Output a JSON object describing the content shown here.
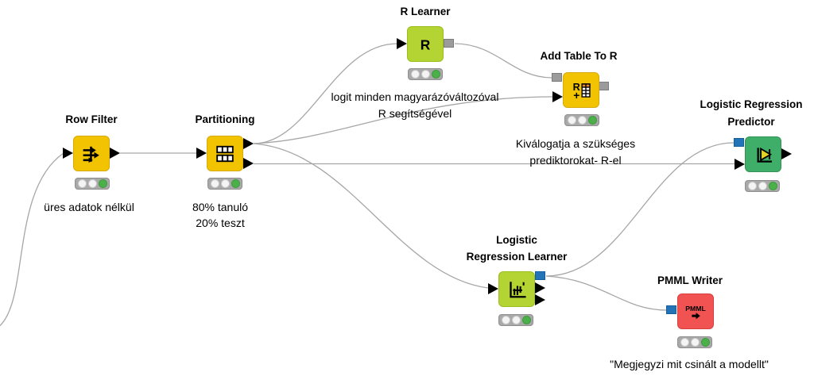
{
  "workflow": {
    "nodes": [
      {
        "id": "row-filter",
        "title": "Row Filter",
        "caption": "üres adatok nélkül",
        "icon": "row-filter-icon",
        "color": "#F2C300",
        "status": "executed"
      },
      {
        "id": "partitioning",
        "title": "Partitioning",
        "caption": "80% tanuló",
        "caption2": "20% teszt",
        "icon": "partitioning-icon",
        "color": "#F2C300",
        "status": "executed"
      },
      {
        "id": "r-learner",
        "title": "R Learner",
        "icon_text": "R",
        "caption": "logit minden magyarázóváltozóval",
        "caption2": "R segítségével",
        "icon": "r-learner-icon",
        "color": "#B4D433",
        "status": "executed"
      },
      {
        "id": "add-table-to-r",
        "title": "Add Table To R",
        "icon_text": "R",
        "icon_text2": "+",
        "caption": "Kiválogatja a szükséges",
        "caption2": "prediktorokat- R-el",
        "icon": "add-table-to-r-icon",
        "color": "#F2C300",
        "status": "executed"
      },
      {
        "id": "logistic-regression-predictor",
        "title": "Logistic Regression",
        "title2": "Predictor",
        "icon": "predictor-chart-icon",
        "color": "#3FAE68",
        "status": "executed"
      },
      {
        "id": "logistic-regression-learner",
        "title": "Logistic",
        "title2": "Regression Learner",
        "icon": "learner-chart-icon",
        "color": "#B4D433",
        "status": "executed"
      },
      {
        "id": "pmml-writer",
        "title": "PMML Writer",
        "icon_text": "PMML",
        "caption": "\"Megjegyzi mit csinált a modellt\"",
        "icon": "pmml-writer-icon",
        "color": "#F15252",
        "status": "executed"
      }
    ],
    "connections": [
      {
        "from": "off-canvas",
        "to": "row-filter",
        "to_port": "data"
      },
      {
        "from": "row-filter",
        "from_port": "data",
        "to": "partitioning",
        "to_port": "data"
      },
      {
        "from": "partitioning",
        "from_port": "partition-1",
        "to": "r-learner",
        "to_port": "data"
      },
      {
        "from": "partitioning",
        "from_port": "partition-1",
        "to": "add-table-to-r",
        "to_port": "data"
      },
      {
        "from": "partitioning",
        "from_port": "partition-1",
        "to": "logistic-regression-learner",
        "to_port": "data"
      },
      {
        "from": "partitioning",
        "from_port": "partition-2",
        "to": "logistic-regression-predictor",
        "to_port": "data"
      },
      {
        "from": "r-learner",
        "from_port": "r-model",
        "to": "add-table-to-r",
        "to_port": "r-model"
      },
      {
        "from": "logistic-regression-learner",
        "from_port": "pmml-model",
        "to": "logistic-regression-predictor",
        "to_port": "pmml-model"
      },
      {
        "from": "logistic-regression-learner",
        "from_port": "pmml-model",
        "to": "pmml-writer",
        "to_port": "pmml-model"
      }
    ]
  },
  "colors": {
    "node_yellow": "#F2C300",
    "node_lime": "#B4D433",
    "node_green": "#3FAE68",
    "node_red": "#F15252",
    "port_data": "#000000",
    "port_r_model": "#9B9B9B",
    "port_pmml": "#2273B8",
    "wire": "#A6A6A6",
    "status_executed": "#4CB04A",
    "canvas_background": "#FFFFFF"
  }
}
